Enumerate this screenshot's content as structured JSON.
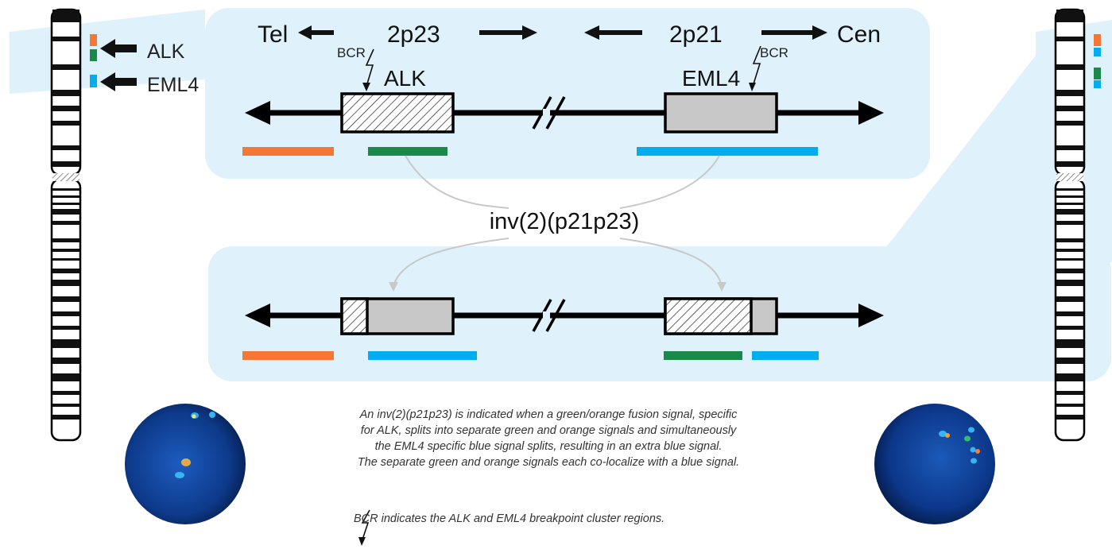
{
  "labels": {
    "tel": "Tel",
    "cen": "Cen",
    "band_left": "2p23",
    "band_right": "2p21",
    "bcr": "BCR",
    "alk": "ALK",
    "eml4": "EML4",
    "inversion": "inv(2)(p21p23)"
  },
  "caption": {
    "lines": [
      "An inv(2)(p21p23) is indicated when a green/orange fusion signal, specific",
      "for ALK, splits into separate green and orange signals and simultaneously",
      "the EML4 specific blue signal splits, resulting in an extra blue signal.",
      "The separate green and orange signals each co-localize with a blue signal."
    ],
    "bcr_note": "BCR indicates the ALK and EML4 breakpoint cluster regions."
  },
  "colors": {
    "panel": "#dff1fa",
    "orange": "#f47735",
    "green": "#1a8a4a",
    "blue": "#00aeef",
    "gene_box": "#c8c8c8",
    "connector": "#c8c8c8"
  },
  "icons": [
    "lightning-bcr-icon",
    "arrow-left-icon",
    "arrow-right-icon"
  ]
}
